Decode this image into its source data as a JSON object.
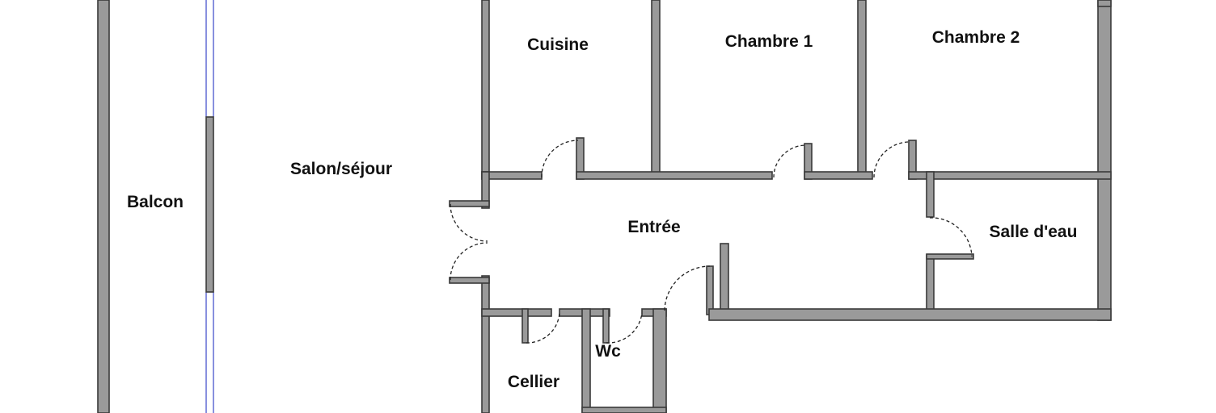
{
  "floor_plan": {
    "rooms": {
      "balcon": "Balcon",
      "salon": "Salon/séjour",
      "cuisine": "Cuisine",
      "chambre1": "Chambre 1",
      "chambre2": "Chambre 2",
      "entree": "Entrée",
      "salle_eau": "Salle d'eau",
      "wc": "Wc",
      "cellier": "Cellier"
    },
    "colors": {
      "wall": "#9a9a9a",
      "wall_outline": "#3a3a3a",
      "window": "#3a46c8",
      "background": "#ffffff"
    }
  }
}
